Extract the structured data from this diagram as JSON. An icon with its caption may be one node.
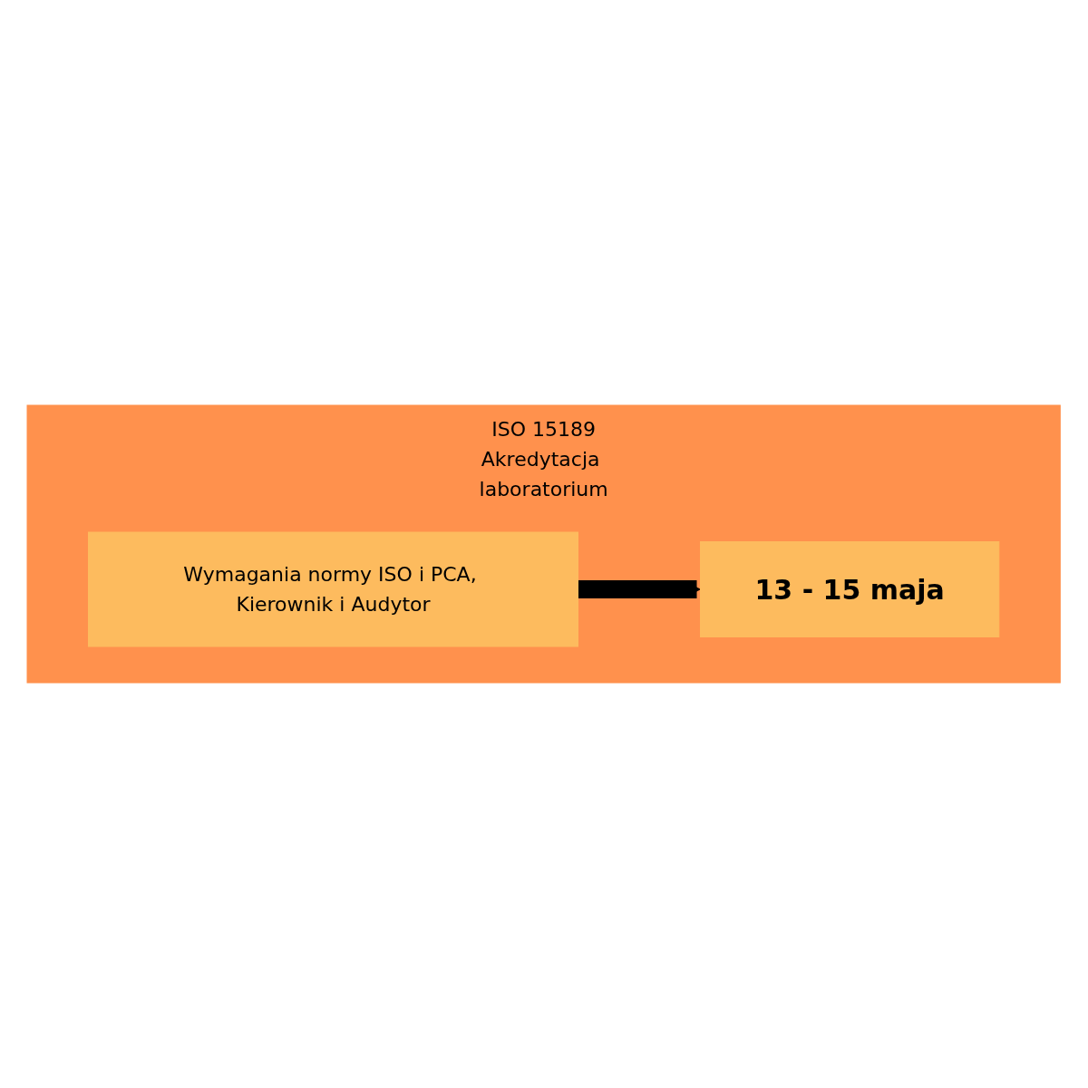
{
  "diagram": {
    "nodes": [
      {
        "text": [
          "ISO 15189",
          "Akredytacja laboratorium"
        ]
      },
      {
        "text": [
          "Wymagania normy ISO i PCA, Kierownik i Audytor"
        ],
        "in": 0
      },
      {
        "text": [
          "13 - 15 maja"
        ],
        "in": 0
      }
    ],
    "edges": [
      {
        "from": 1,
        "to": 2,
        "arrow": "to"
      }
    ]
  }
}
